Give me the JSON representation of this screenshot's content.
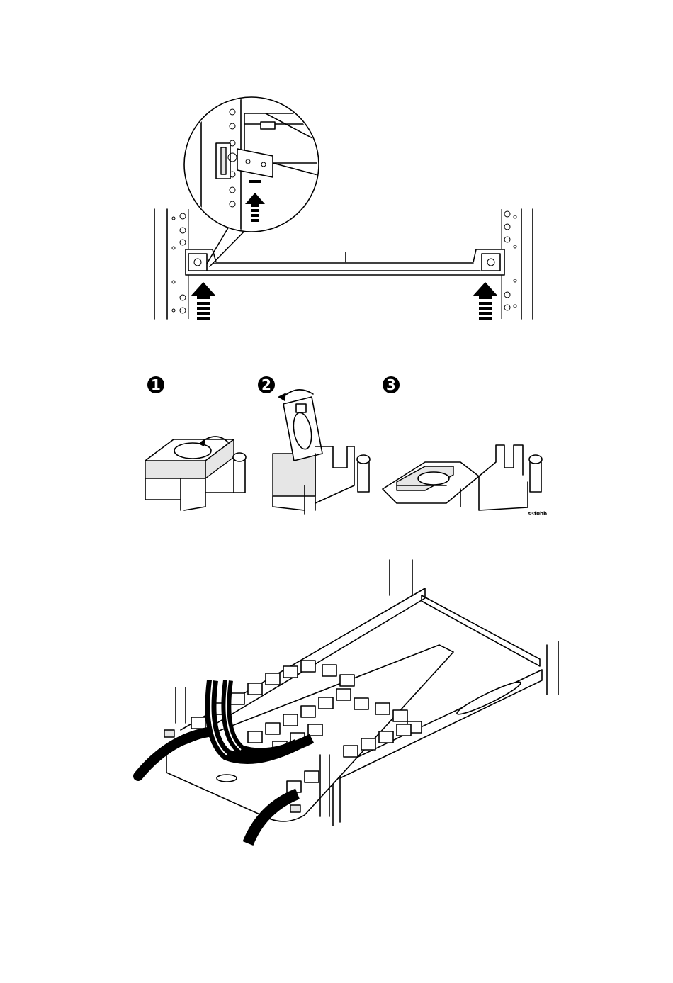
{
  "steps": [
    {
      "number": "1"
    },
    {
      "number": "2"
    },
    {
      "number": "3"
    }
  ],
  "figure_code": "s3f0bb",
  "colors": {
    "line": "#000000",
    "background": "#ffffff",
    "shade": "#e6e6e6"
  }
}
